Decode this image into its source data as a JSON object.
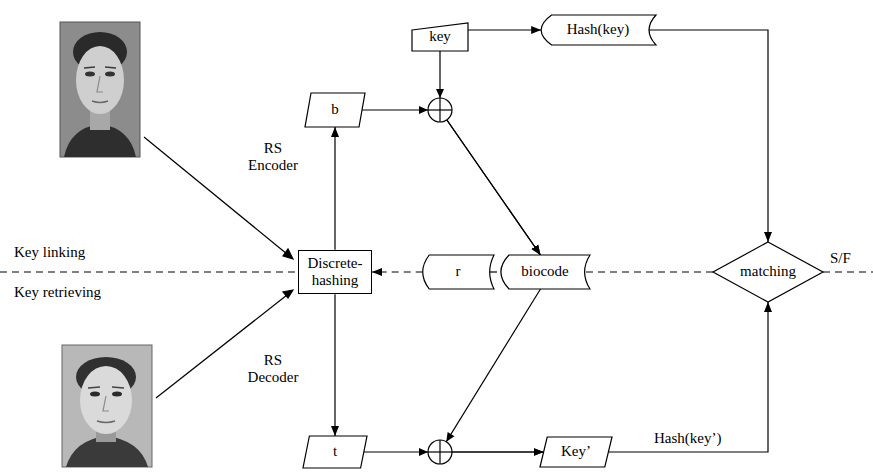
{
  "diagram": {
    "nodes": [
      {
        "text": [
          "key"
        ]
      },
      {
        "text": [
          "Hash(key)"
        ]
      },
      {
        "text": [
          "b"
        ]
      },
      {
        "text": [
          "Discrete-hashing"
        ]
      },
      {
        "text": [
          "r"
        ]
      },
      {
        "text": [
          "biocode"
        ]
      },
      {
        "text": [
          "matching"
        ]
      },
      {
        "text": [
          "t"
        ]
      },
      {
        "text": [
          "Key’"
        ]
      }
    ],
    "edges": [
      {
        "from": 0,
        "to": 1,
        "arrow": "to"
      },
      {
        "from": 0,
        "to": 5,
        "arrow": "to"
      },
      {
        "from": 2,
        "to": 5,
        "arrow": "to"
      },
      {
        "from": 1,
        "to": 6,
        "arrow": "to"
      },
      {
        "from": 4,
        "to": 3,
        "arrow": "to"
      },
      {
        "from": 3,
        "to": 2,
        "arrow": "to"
      },
      {
        "from": 3,
        "to": 7,
        "arrow": "to"
      },
      {
        "from": 7,
        "to": 8,
        "arrow": "to"
      },
      {
        "from": 5,
        "to": 8,
        "arrow": "to"
      },
      {
        "from": 8,
        "to": 6,
        "label": "Hash(key’)",
        "arrow": "to"
      }
    ],
    "labels": [
      "Key linking",
      "Key retrieving",
      "RS Encoder",
      "RS Decoder",
      "S/F"
    ]
  }
}
